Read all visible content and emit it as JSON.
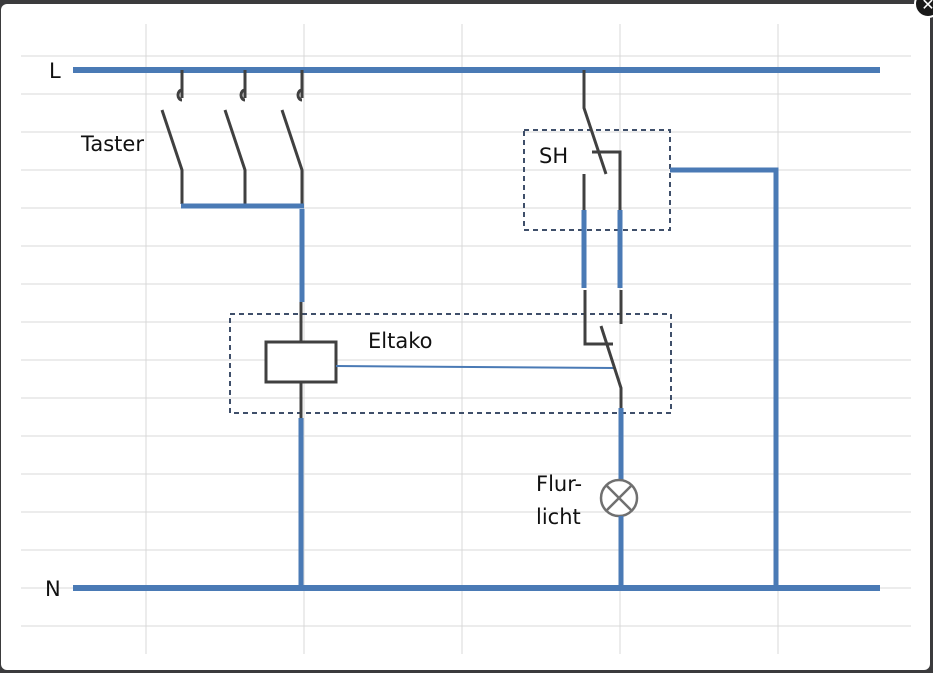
{
  "window": {
    "close_label": "✕"
  },
  "diagram": {
    "title": "Wiring diagram: push buttons with Eltako relay, SH switch and hallway light",
    "labels": {
      "line": "L",
      "neutral": "N",
      "buttons": "Taster",
      "switch": "SH",
      "relay": "Eltako",
      "lamp_line1": "Flur-",
      "lamp_line2": "licht"
    },
    "components": [
      {
        "id": "L",
        "type": "phase-bus"
      },
      {
        "id": "N",
        "type": "neutral-bus"
      },
      {
        "id": "taster",
        "type": "push-button",
        "count": 3,
        "wiring": "parallel"
      },
      {
        "id": "sh",
        "type": "changeover-switch"
      },
      {
        "id": "eltako",
        "type": "relay-coil-with-contact"
      },
      {
        "id": "flurlicht",
        "type": "lamp"
      }
    ],
    "colors": {
      "wire": "#4a7ab5",
      "component": "#404040",
      "grid": "#d9d9d9",
      "dashed_box": "#3f4f6a"
    }
  }
}
